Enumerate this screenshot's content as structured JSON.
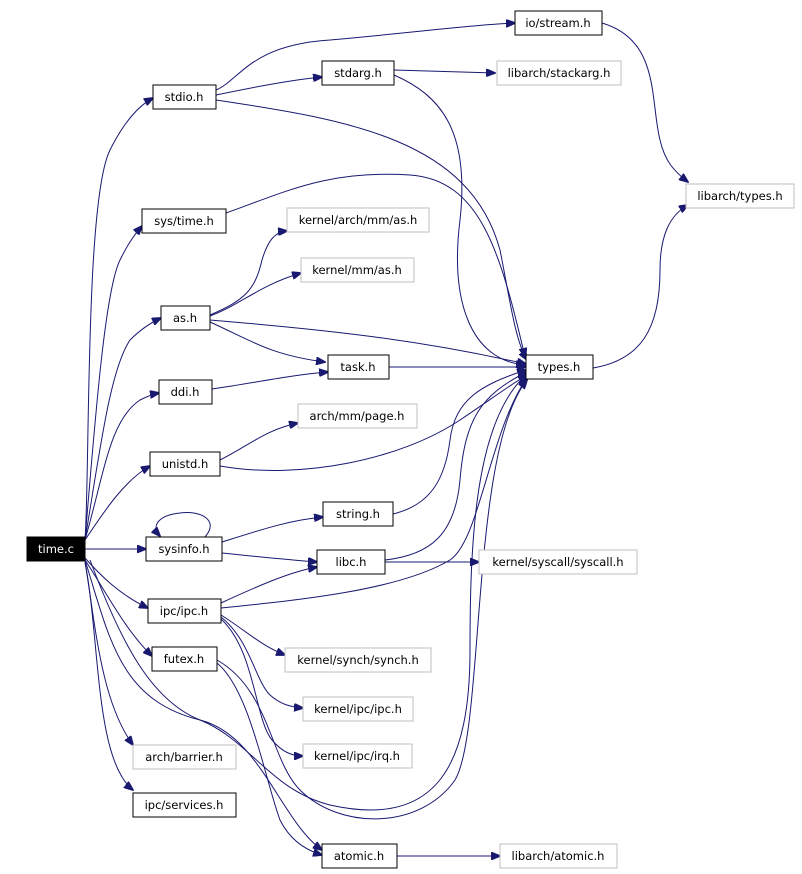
{
  "colors": {
    "edge": "#191970",
    "node_border": "#000000",
    "missing_border": "#bfbfbf",
    "root_fill": "#000000",
    "root_text": "#ffffff"
  },
  "nodes": {
    "time_c": {
      "label": "time.c",
      "kind": "root"
    },
    "io_stream_h": {
      "label": "io/stream.h",
      "kind": "normal"
    },
    "stdio_h": {
      "label": "stdio.h",
      "kind": "normal"
    },
    "stdarg_h": {
      "label": "stdarg.h",
      "kind": "normal"
    },
    "libarch_stackarg_h": {
      "label": "libarch/stackarg.h",
      "kind": "missing"
    },
    "libarch_types_h": {
      "label": "libarch/types.h",
      "kind": "missing"
    },
    "sys_time_h": {
      "label": "sys/time.h",
      "kind": "normal"
    },
    "kernel_arch_mm_as_h": {
      "label": "kernel/arch/mm/as.h",
      "kind": "missing"
    },
    "kernel_mm_as_h": {
      "label": "kernel/mm/as.h",
      "kind": "missing"
    },
    "as_h": {
      "label": "as.h",
      "kind": "normal"
    },
    "types_h": {
      "label": "types.h",
      "kind": "normal"
    },
    "ddi_h": {
      "label": "ddi.h",
      "kind": "normal"
    },
    "task_h": {
      "label": "task.h",
      "kind": "normal"
    },
    "arch_mm_page_h": {
      "label": "arch/mm/page.h",
      "kind": "missing"
    },
    "unistd_h": {
      "label": "unistd.h",
      "kind": "normal"
    },
    "string_h": {
      "label": "string.h",
      "kind": "normal"
    },
    "sysinfo_h": {
      "label": "sysinfo.h",
      "kind": "normal"
    },
    "libc_h": {
      "label": "libc.h",
      "kind": "normal"
    },
    "kernel_syscall_syscall_h": {
      "label": "kernel/syscall/syscall.h",
      "kind": "missing"
    },
    "ipc_ipc_h": {
      "label": "ipc/ipc.h",
      "kind": "normal"
    },
    "kernel_synch_synch_h": {
      "label": "kernel/synch/synch.h",
      "kind": "missing"
    },
    "futex_h": {
      "label": "futex.h",
      "kind": "normal"
    },
    "kernel_ipc_ipc_h": {
      "label": "kernel/ipc/ipc.h",
      "kind": "missing"
    },
    "arch_barrier_h": {
      "label": "arch/barrier.h",
      "kind": "missing"
    },
    "kernel_ipc_irq_h": {
      "label": "kernel/ipc/irq.h",
      "kind": "missing"
    },
    "ipc_services_h": {
      "label": "ipc/services.h",
      "kind": "normal"
    },
    "atomic_h": {
      "label": "atomic.h",
      "kind": "normal"
    },
    "libarch_atomic_h": {
      "label": "libarch/atomic.h",
      "kind": "missing"
    }
  },
  "edges": [
    [
      "time_c",
      "stdio_h"
    ],
    [
      "time_c",
      "sys_time_h"
    ],
    [
      "time_c",
      "as_h"
    ],
    [
      "time_c",
      "ddi_h"
    ],
    [
      "time_c",
      "unistd_h"
    ],
    [
      "time_c",
      "sysinfo_h"
    ],
    [
      "time_c",
      "ipc_ipc_h"
    ],
    [
      "time_c",
      "futex_h"
    ],
    [
      "time_c",
      "arch_barrier_h"
    ],
    [
      "time_c",
      "ipc_services_h"
    ],
    [
      "time_c",
      "atomic_h"
    ],
    [
      "time_c",
      "types_h"
    ],
    [
      "stdio_h",
      "io_stream_h"
    ],
    [
      "stdio_h",
      "stdarg_h"
    ],
    [
      "stdio_h",
      "types_h"
    ],
    [
      "stdarg_h",
      "libarch_stackarg_h"
    ],
    [
      "stdarg_h",
      "types_h"
    ],
    [
      "io_stream_h",
      "libarch_types_h"
    ],
    [
      "types_h",
      "libarch_types_h"
    ],
    [
      "sys_time_h",
      "types_h"
    ],
    [
      "as_h",
      "kernel_arch_mm_as_h"
    ],
    [
      "as_h",
      "kernel_mm_as_h"
    ],
    [
      "as_h",
      "task_h"
    ],
    [
      "as_h",
      "types_h"
    ],
    [
      "ddi_h",
      "task_h"
    ],
    [
      "task_h",
      "types_h"
    ],
    [
      "unistd_h",
      "arch_mm_page_h"
    ],
    [
      "unistd_h",
      "types_h"
    ],
    [
      "sysinfo_h",
      "sysinfo_h"
    ],
    [
      "sysinfo_h",
      "string_h"
    ],
    [
      "sysinfo_h",
      "libc_h"
    ],
    [
      "string_h",
      "types_h"
    ],
    [
      "libc_h",
      "types_h"
    ],
    [
      "libc_h",
      "kernel_syscall_syscall_h"
    ],
    [
      "ipc_ipc_h",
      "libc_h"
    ],
    [
      "ipc_ipc_h",
      "types_h"
    ],
    [
      "ipc_ipc_h",
      "kernel_synch_synch_h"
    ],
    [
      "ipc_ipc_h",
      "kernel_ipc_ipc_h"
    ],
    [
      "ipc_ipc_h",
      "kernel_ipc_irq_h"
    ],
    [
      "futex_h",
      "atomic_h"
    ],
    [
      "futex_h",
      "types_h"
    ],
    [
      "atomic_h",
      "libarch_atomic_h"
    ]
  ]
}
